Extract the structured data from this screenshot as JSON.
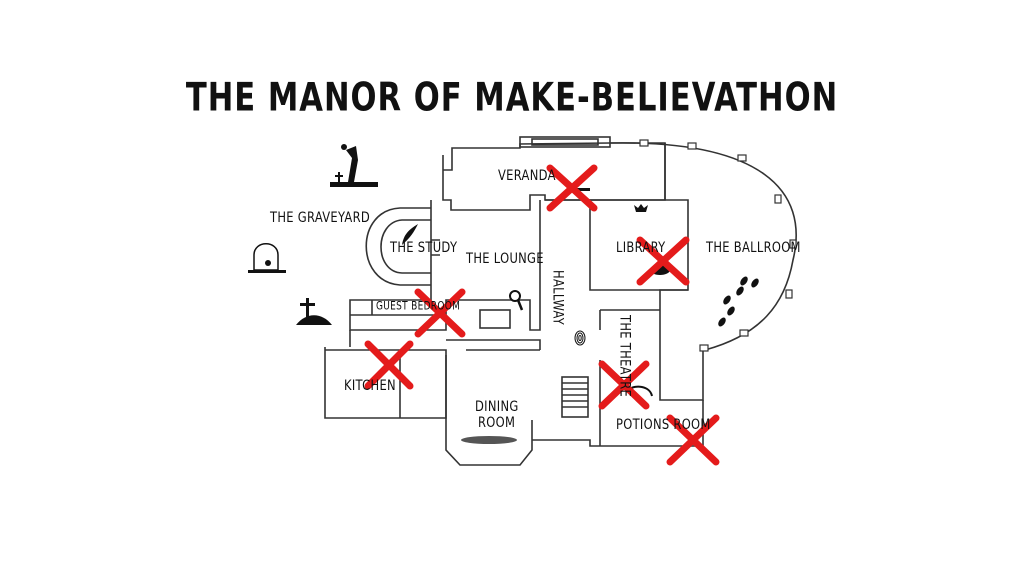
{
  "title": "THE MANOR OF MAKE-BELIEVATHON",
  "colors": {
    "ink": "#111111",
    "wall": "#333333",
    "cross": "#e41b1b"
  },
  "rooms": {
    "veranda": "VERANDA",
    "graveyard": "THE GRAVEYARD",
    "study": "THE STUDY",
    "lounge": "THE LOUNGE",
    "library": "LIBRARY",
    "ballroom": "THE BALLROOM",
    "hallway": "HALLWAY",
    "guest_bedroom": "GUEST BEDROOM",
    "theatre": "THE THEATRE",
    "kitchen": "KITCHEN",
    "dining_room_line1": "DINING",
    "dining_room_line2": "ROOM",
    "potions_room": "POTIONS ROOM"
  },
  "crossed_off": [
    "veranda",
    "library",
    "guest_bedroom",
    "kitchen",
    "theatre",
    "potions_room"
  ],
  "icons": [
    "hand-raven-icon",
    "tombstone-icon",
    "grave-cross-icon",
    "crown-icon",
    "quill-icon",
    "magnifier-icon",
    "fingerprint-icon",
    "footprints-icon",
    "key-icon",
    "cauldron-icon"
  ]
}
